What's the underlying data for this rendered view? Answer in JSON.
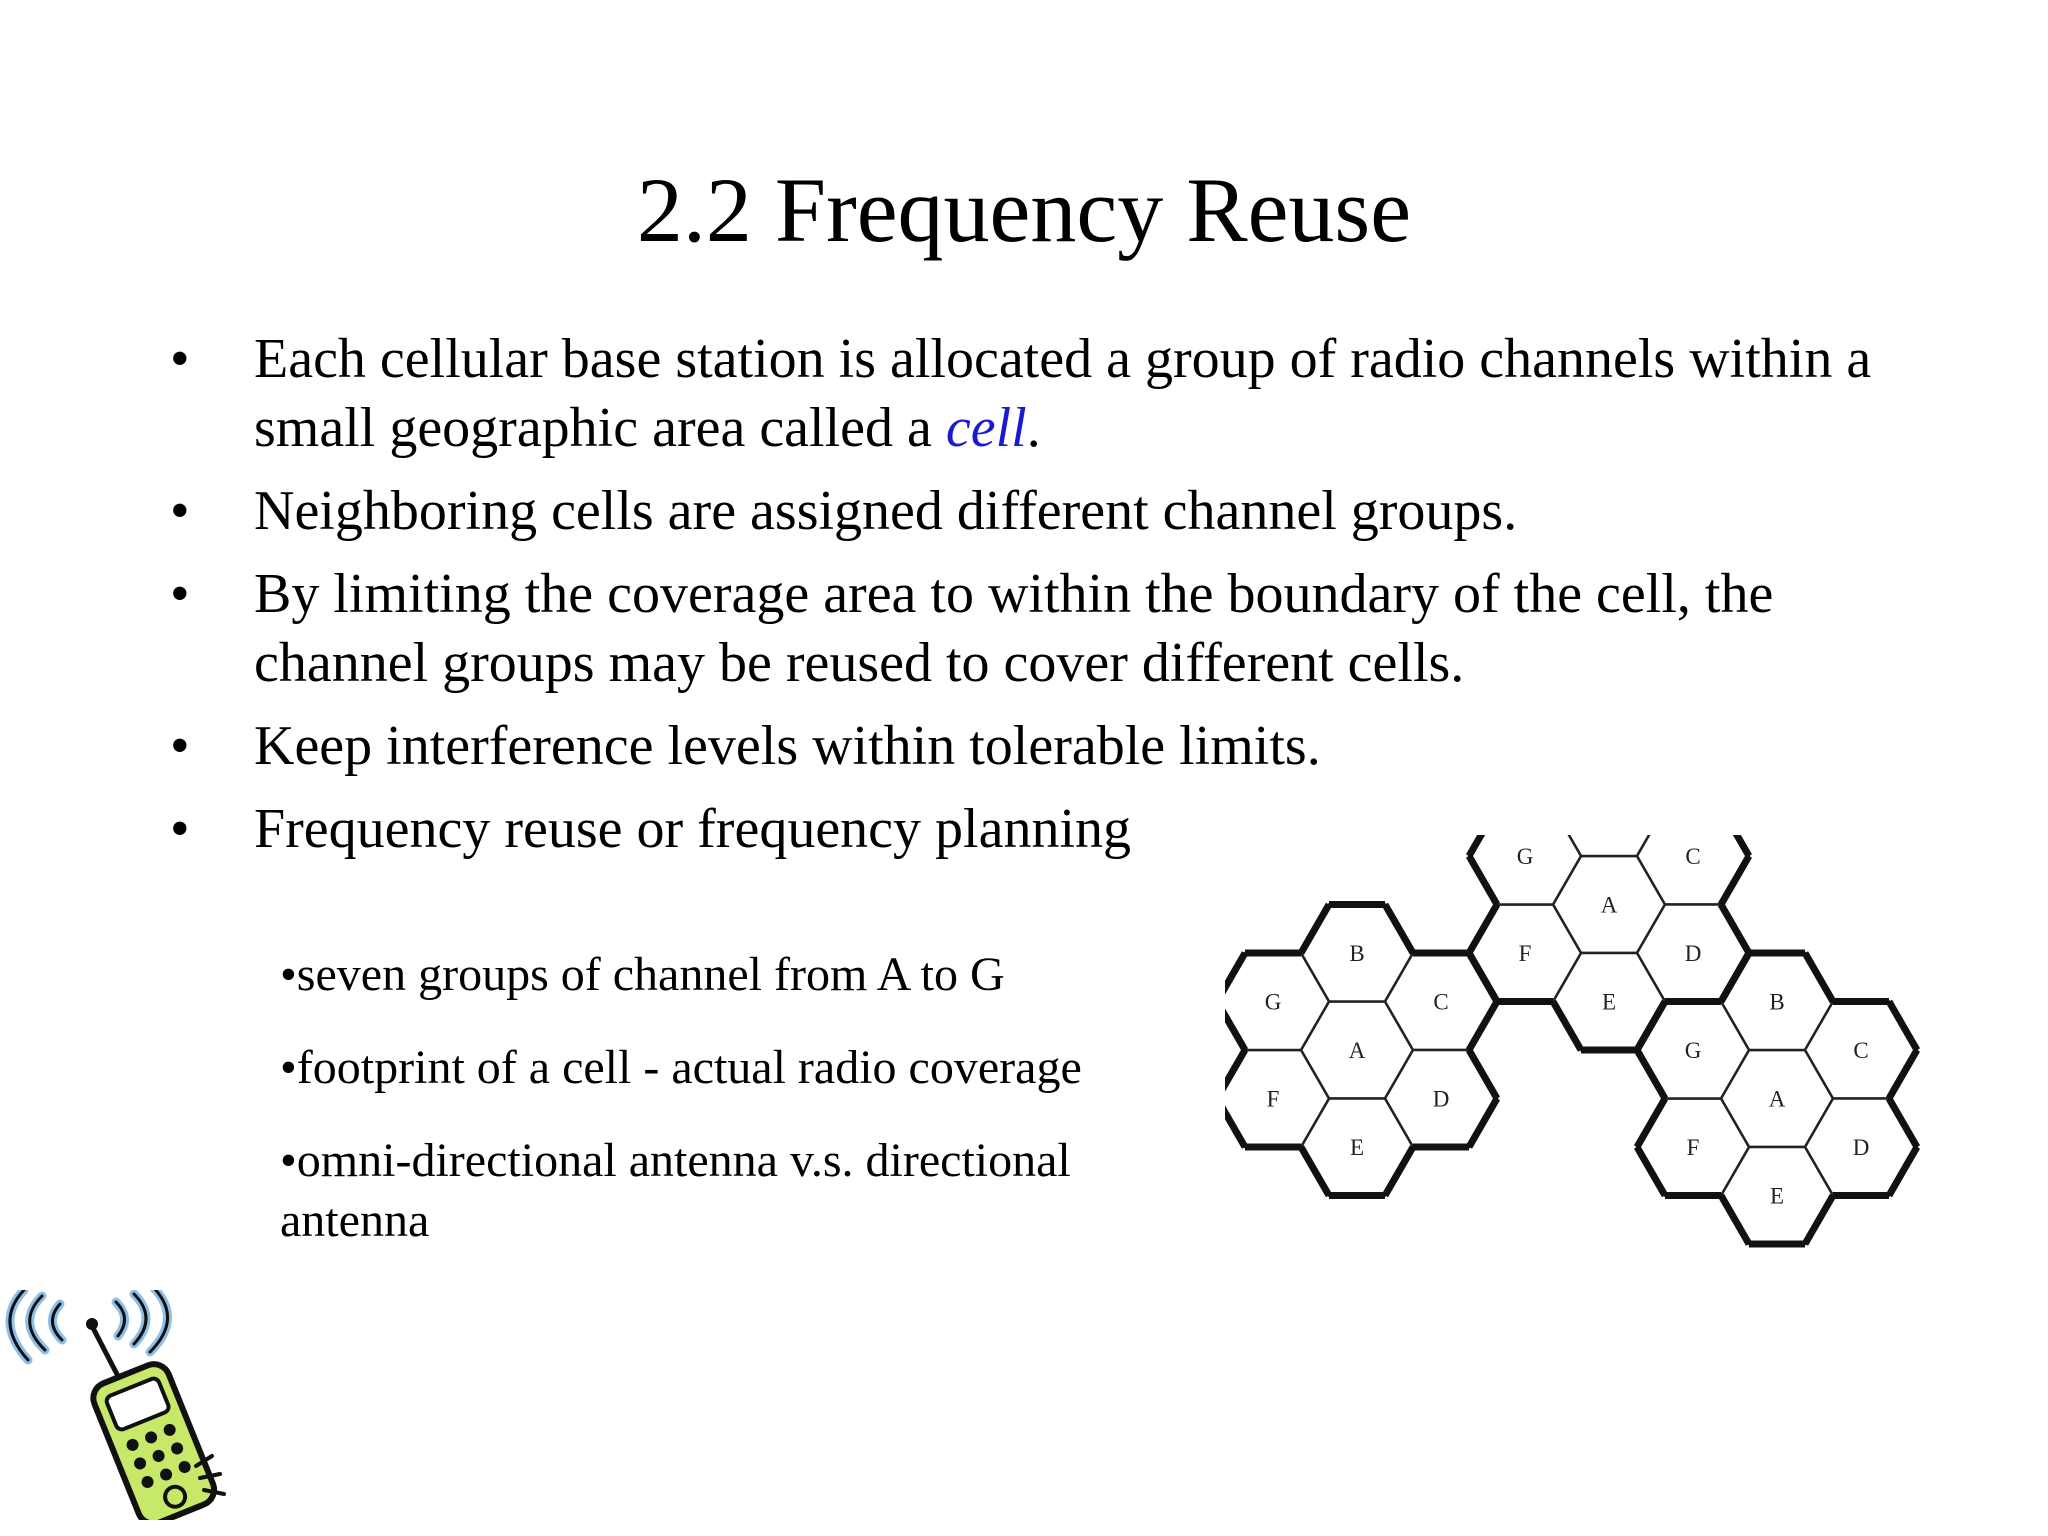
{
  "slide": {
    "title": "2.2 Frequency Reuse",
    "bullet_symbol": "•",
    "bullets": [
      {
        "text": "Each cellular base station is allocated a group of radio channels within a small geographic area called a ",
        "highlight": "cell",
        "suffix": "."
      },
      {
        "text": "Neighboring cells are assigned different channel groups."
      },
      {
        "text": "By limiting the coverage area to within the boundary of the cell, the channel groups may be reused to cover different cells."
      },
      {
        "text": "Keep interference levels within tolerable limits."
      },
      {
        "text": "Frequency reuse or frequency planning"
      }
    ],
    "sub_bullets": [
      "•seven groups of channel from A to G",
      "•footprint of a cell - actual radio coverage",
      "•omni-directional antenna v.s. directional antenna"
    ]
  },
  "colors": {
    "highlight": "#1a1ad6",
    "text": "#000000",
    "phone_body": "#c8e86a",
    "phone_waves": "#8fbfe6"
  },
  "diagram": {
    "clusters": [
      {
        "cells": [
          "A",
          "B",
          "C",
          "D",
          "E",
          "F",
          "G"
        ]
      },
      {
        "cells": [
          "A",
          "B",
          "C",
          "D",
          "E",
          "F",
          "G"
        ]
      },
      {
        "cells": [
          "A",
          "B",
          "C",
          "D",
          "E",
          "F",
          "G"
        ]
      }
    ]
  },
  "icons": {
    "clipart": "cellphone-icon"
  }
}
